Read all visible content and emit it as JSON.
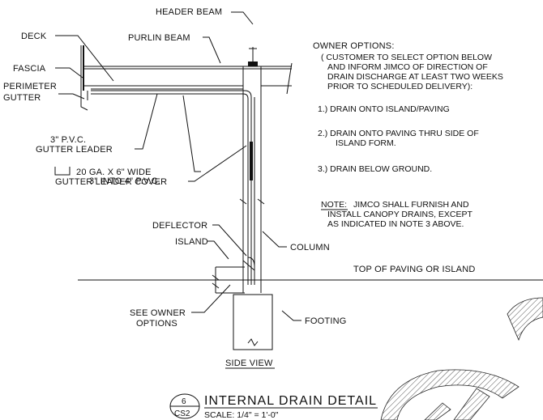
{
  "labels": {
    "header_beam": "HEADER BEAM",
    "deck": "DECK",
    "purlin_beam": "PURLIN BEAM",
    "fascia": "FASCIA",
    "perimeter_1": "PERIMETER",
    "perimeter_2": "GUTTER",
    "leader_1": "3\" P.V.C.",
    "leader_2": "GUTTER LEADER",
    "cover_1": "20 GA. X 6\" WIDE",
    "cover_2": "GUTTER LEADER COVER",
    "pvc_into": "3\" INTO 4\" P.V.C.",
    "deflector": "DEFLECTOR",
    "island": "ISLAND",
    "column": "COLUMN",
    "top_paving": "TOP OF PAVING OR ISLAND",
    "see_owner_1": "SEE OWNER",
    "see_owner_2": "OPTIONS",
    "footing": "FOOTING",
    "side_view": "SIDE VIEW"
  },
  "owner_options": {
    "heading": "OWNER OPTIONS:",
    "intro": [
      "( CUSTOMER TO SELECT OPTION BELOW",
      "AND INFORM JIMCO OF DIRECTION OF",
      "DRAIN DISCHARGE AT LEAST TWO WEEKS",
      "PRIOR TO SCHEDULED DELIVERY):"
    ],
    "option1": "1.) DRAIN ONTO ISLAND/PAVING",
    "option2_1": "2.) DRAIN ONTO PAVING THRU SIDE OF",
    "option2_2": "ISLAND FORM.",
    "option3": "3.) DRAIN BELOW GROUND.",
    "note_label": "NOTE:",
    "note_1": "JIMCO SHALL FURNISH AND",
    "note_2": "INSTALL CANOPY DRAINS, EXCEPT",
    "note_3": "AS INDICATED IN NOTE 3 ABOVE."
  },
  "title_block": {
    "detail_number": "6",
    "sheet": "CS2",
    "title": "INTERNAL DRAIN DETAIL",
    "scale": "SCALE: 1/4\" = 1'-0\""
  }
}
